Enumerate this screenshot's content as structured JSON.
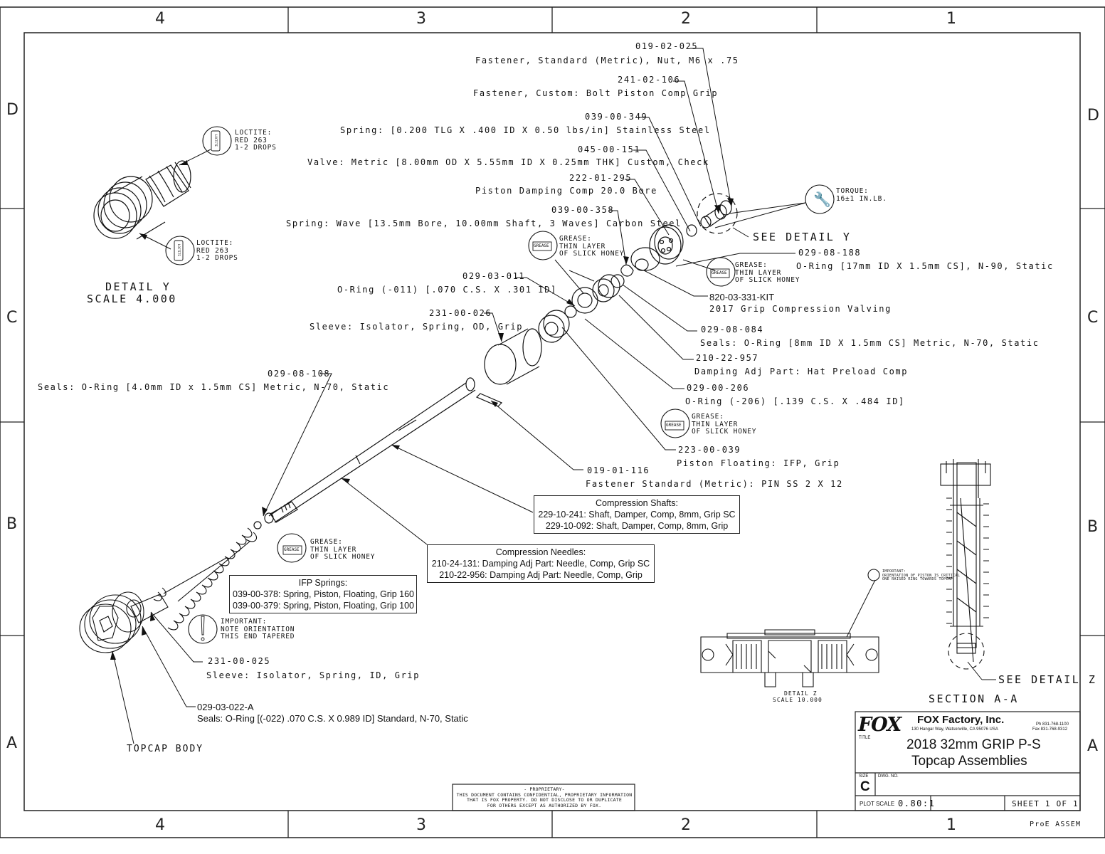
{
  "zones": {
    "columns": [
      "4",
      "3",
      "2",
      "1"
    ],
    "rows": [
      "D",
      "C",
      "B",
      "A"
    ]
  },
  "callouts": [
    {
      "pn": "019-02-025",
      "desc": "Fastener, Standard (Metric), Nut, M6 x .75"
    },
    {
      "pn": "241-02-106",
      "desc": "Fastener, Custom: Bolt Piston Comp Grip"
    },
    {
      "pn": "039-00-349",
      "desc": "Spring: [0.200 TLG X .400 ID X 0.50 lbs/in] Stainless Steel"
    },
    {
      "pn": "045-00-151",
      "desc": "Valve: Metric [8.00mm OD X 5.55mm ID X 0.25mm THK] Custom, Check"
    },
    {
      "pn": "222-01-295",
      "desc": "Piston Damping Comp 20.0 Bore"
    },
    {
      "pn": "039-00-358",
      "desc": "Spring: Wave [13.5mm Bore, 10.00mm Shaft, 3 Waves] Carbon Steel"
    },
    {
      "pn": "029-08-188",
      "desc": "O-Ring [17mm ID X 1.5mm CS], N-90, Static"
    },
    {
      "pn": "029-03-011",
      "desc": "O-Ring (-011) [.070 C.S. X .301 ID]"
    },
    {
      "pn": "820-03-331-KIT",
      "desc": "2017 Grip Compression Valving"
    },
    {
      "pn": "231-00-026",
      "desc": "Sleeve: Isolator, Spring, OD, Grip"
    },
    {
      "pn": "029-08-084",
      "desc": "Seals: O-Ring [8mm ID X 1.5mm CS] Metric, N-70, Static"
    },
    {
      "pn": "210-22-957",
      "desc": "Damping Adj Part: Hat Preload Comp"
    },
    {
      "pn": "029-08-108",
      "desc": "Seals: O-Ring [4.0mm ID x 1.5mm CS] Metric, N-70, Static"
    },
    {
      "pn": "029-00-206",
      "desc": "O-Ring (-206) [.139 C.S. X .484 ID]"
    },
    {
      "pn": "223-00-039",
      "desc": "Piston Floating: IFP, Grip"
    },
    {
      "pn": "019-01-116",
      "desc": "Fastener Standard (Metric): PIN SS 2 X 12"
    },
    {
      "pn": "231-00-025",
      "desc": "Sleeve: Isolator, Spring, ID, Grip"
    },
    {
      "pn": "029-03-022-A",
      "desc": "Seals: O-Ring [(-022) .070 C.S. X 0.989 ID] Standard, N-70, Static"
    }
  ],
  "boxes": {
    "compression_shafts": {
      "title": "Compression Shafts:",
      "lines": [
        "229-10-241: Shaft, Damper, Comp, 8mm, Grip SC",
        "229-10-092: Shaft, Damper, Comp, 8mm, Grip"
      ]
    },
    "compression_needles": {
      "title": "Compression Needles:",
      "lines": [
        "210-24-131: Damping Adj Part: Needle, Comp, Grip SC",
        "210-22-956: Damping Adj Part: Needle, Comp, Grip"
      ]
    },
    "ifp_springs": {
      "title": "IFP Springs:",
      "lines": [
        "039-00-378: Spring, Piston, Floating, Grip 160",
        "039-00-379: Spring, Piston, Floating, Grip 100"
      ]
    }
  },
  "notes": {
    "grease": "GREASE:\nTHIN LAYER\nOF SLICK HONEY",
    "grease_icon": "GREASE",
    "loctite": "LOCTITE:\nRED 263\n1-2 DROPS",
    "loctite_icon": "LOCTITE",
    "torque": "TORQUE:\n16±1 IN.LB.",
    "important": "IMPORTANT:\nNOTE ORIENTATION\nTHIS END TAPERED",
    "important_small": "IMPORTANT:\nORIENTATION OF PISTON IS CRITICAL\nONE RAISED RING TOWARDS TOPCAP",
    "see_detail_y": "SEE DETAIL  Y",
    "see_detail_z": "SEE DETAIL  Z",
    "detail_y": "DETAIL  Y",
    "detail_y_scale": "SCALE  4.000",
    "detail_z": "DETAIL  Z",
    "detail_z_scale": "SCALE  10.000",
    "section": "SECTION  A-A",
    "topcap_body": "TOPCAP BODY"
  },
  "proprietary": "- PROPRIETARY-\nTHIS DOCUMENT CONTAINS CONFIDENTIAL, PROPRIETARY INFORMATION\nTHAT IS FOX PROPERTY.  DO NOT DISCLOSE TO OR DUPLICATE\nFOR OTHERS EXCEPT AS AUTHORIZED BY FOX.",
  "title_block": {
    "logo": "FOX",
    "company": "FOX Factory, Inc.",
    "address": "130 Hangar Way, Watsonville, CA 95076 USA",
    "phone": "Ph 831-768-1100",
    "fax": "Fax 831-768-9312",
    "title_label": "TITLE",
    "title_line1": "2018 32mm GRIP P-S",
    "title_line2": "Topcap Assemblies",
    "size_label": "SIZE",
    "size": "C",
    "dwg_label": "DWG. NO.",
    "plot_scale_label": "PLOT SCALE",
    "plot_scale": "0.80:1",
    "sheet": "SHEET  1  OF  1",
    "proe": "ProE ASSEM"
  }
}
